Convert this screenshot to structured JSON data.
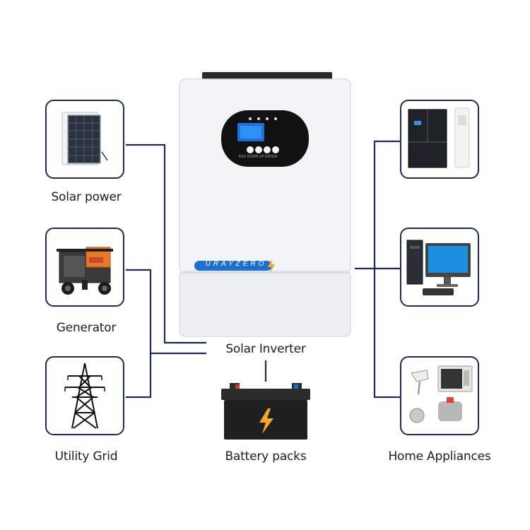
{
  "inverter": {
    "label": "Solar Inverter",
    "brand": "URAYZERO",
    "buttons": [
      "ESC",
      "DOWN",
      "UP",
      "ENTER"
    ]
  },
  "battery": {
    "label": "Battery packs"
  },
  "left_sources": [
    {
      "id": "solar",
      "label": "Solar power",
      "icon": "solar-panel-icon"
    },
    {
      "id": "generator",
      "label": "Generator",
      "icon": "generator-icon"
    },
    {
      "id": "grid",
      "label": "Utility Grid",
      "icon": "transmission-tower-icon"
    }
  ],
  "right_loads": {
    "label": "Home Appliances",
    "items": [
      {
        "id": "fridge-ac",
        "icon": "refrigerator-icon"
      },
      {
        "id": "computer",
        "icon": "computer-icon"
      },
      {
        "id": "kitchen",
        "icon": "kitchen-appliances-icon"
      }
    ]
  },
  "colors": {
    "line": "#1b2c5a",
    "accent": "#f5a623",
    "brand_blue": "#1d6fd1"
  }
}
